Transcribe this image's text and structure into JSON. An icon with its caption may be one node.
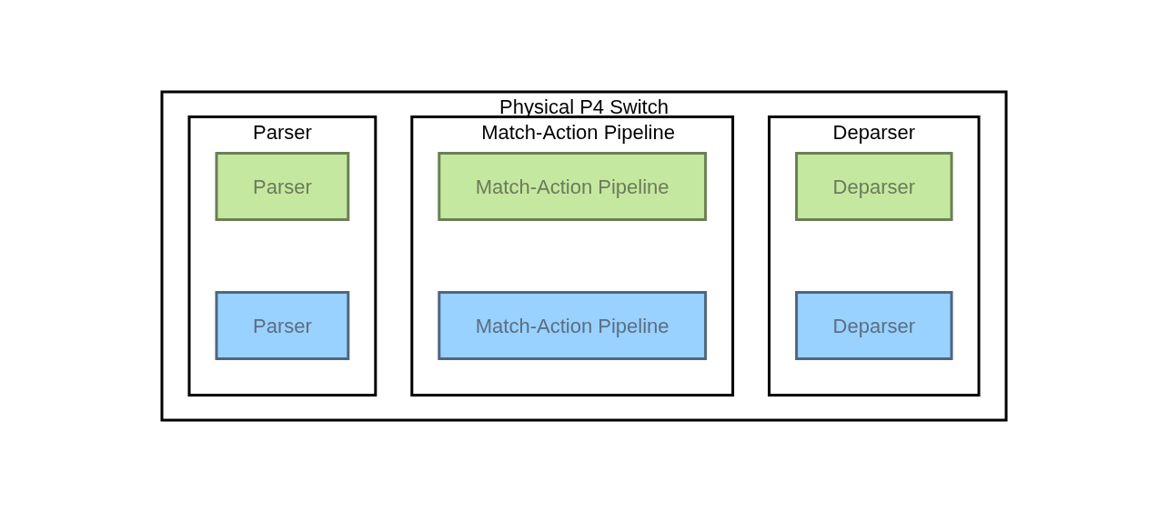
{
  "diagram": {
    "nodes": [
      {
        "text": [
          "Physical P4 Switch"
        ]
      },
      {
        "text": [
          "Parser"
        ],
        "in": 0
      },
      {
        "text": [
          "Parser"
        ],
        "in": 1
      },
      {
        "text": [
          "Parser"
        ],
        "in": 1
      },
      {
        "text": [
          "Match-Action Pipeline"
        ],
        "in": 0
      },
      {
        "text": [
          "Match-Action Pipeline"
        ],
        "in": 4
      },
      {
        "text": [
          "Match-Action Pipeline"
        ],
        "in": 4
      },
      {
        "text": [
          "Deparser"
        ],
        "in": 0
      },
      {
        "text": [
          "Deparser"
        ],
        "in": 7
      },
      {
        "text": [
          "Deparser"
        ],
        "in": 7
      }
    ]
  }
}
